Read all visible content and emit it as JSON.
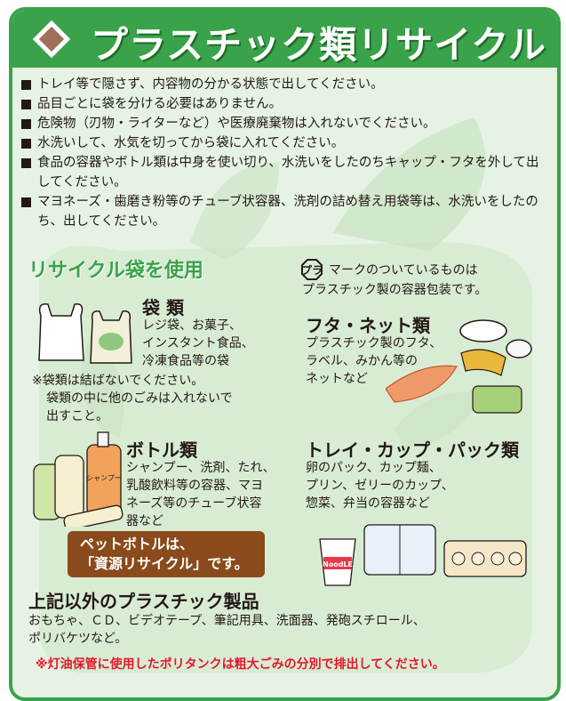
{
  "title": "プラスチック類リサイクル",
  "colors": {
    "accent": "#3aa24a",
    "warning": "#e4162a",
    "pet_box": "#8a4a1b",
    "background": "#e6f3e4"
  },
  "rules": [
    "トレイ等で隠さず、内容物の分かる状態で出してください。",
    "品目ごとに袋を分ける必要はありません。",
    "危険物（刃物・ライターなど）や医療廃棄物は入れないでください。",
    "水洗いして、水気を切ってから袋に入れてください。",
    "食品の容器やボトル類は中身を使い切り、水洗いをしたのちキャップ・フタを外して出してください。",
    "マヨネーズ・歯磨き粉等のチューブ状容器、洗剤の詰め替え用袋等は、水洗いをしたのち、出してください。"
  ],
  "recycle_bag_heading": "リサイクル袋を使用",
  "mark_note": {
    "icon": "pura-recycling-mark",
    "line1": "マークのついているものは",
    "line2": "プラスチック製の容器包装です。"
  },
  "bags": {
    "title": "袋 類",
    "lines": [
      "レジ袋、お菓子、",
      "インスタント食品、",
      "冷凍食品等の袋"
    ],
    "notes": [
      "※袋類は結ばないでください。",
      "袋類の中に他のごみは入れないで",
      "出すこと。"
    ]
  },
  "lids": {
    "title": "フタ・ネット類",
    "lines": [
      "プラスチック製のフタ、",
      "ラベル、みかん等の",
      "ネットなど"
    ]
  },
  "bottles": {
    "title": "ボトル類",
    "lines": [
      "シャンプー、洗剤、たれ、",
      "乳酸飲料等の容器、マヨ",
      "ネーズ等のチューブ状容",
      "器など"
    ],
    "bottle_label": "シャンプー"
  },
  "trays": {
    "title": "トレイ・カップ・パック類",
    "lines": [
      "卵のパック、カップ麺、",
      "プリン、ゼリーのカップ、",
      "惣菜、弁当の容器など"
    ],
    "cup_label": "NoodLE"
  },
  "pet_bottle": {
    "line1": "ペットボトルは、",
    "line2": "「資源リサイクル」です。"
  },
  "other": {
    "title": "上記以外のプラスチック製品",
    "lines": [
      "おもちゃ、ＣＤ、ビデオテープ、筆記用具、洗面器、発砲スチロール、",
      "ポリバケツなど。"
    ]
  },
  "warning": "※灯油保管に使用したポリタンクは粗大ごみの分別で排出してください。"
}
